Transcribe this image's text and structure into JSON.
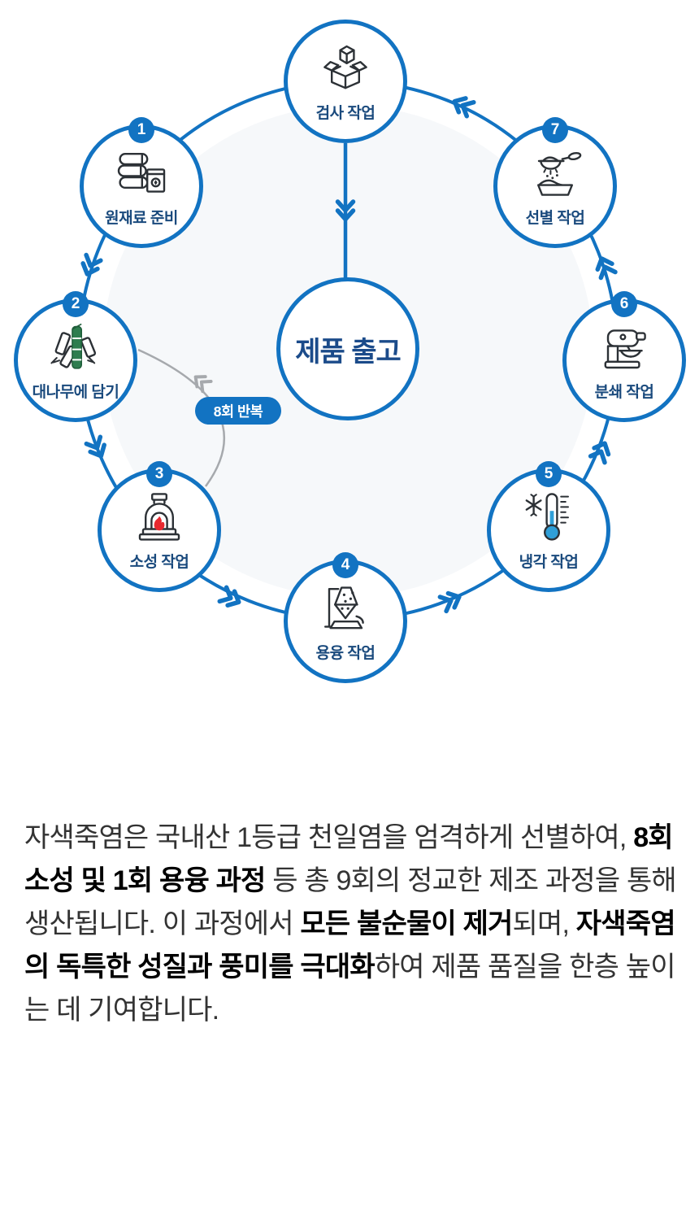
{
  "diagram": {
    "center": {
      "label": "제품 출고"
    },
    "loop_badge": "8회 반복",
    "steps": [
      {
        "num": "1",
        "label": "원재료 준비",
        "icon": "salt-sacks-icon"
      },
      {
        "num": "2",
        "label": "대나무에 담기",
        "icon": "bamboo-icon"
      },
      {
        "num": "3",
        "label": "소성 작업",
        "icon": "kiln-fire-icon"
      },
      {
        "num": "4",
        "label": "용융 작업",
        "icon": "melting-furnace-icon"
      },
      {
        "num": "5",
        "label": "냉각 작업",
        "icon": "thermometer-snowflake-icon"
      },
      {
        "num": "6",
        "label": "분쇄 작업",
        "icon": "grinder-mixer-icon"
      },
      {
        "num": "7",
        "label": "선별 작업",
        "icon": "sieve-bowl-icon"
      },
      {
        "num": "",
        "label": "검사 작업",
        "icon": "inspection-box-icon"
      }
    ]
  },
  "paragraph": {
    "segments": [
      {
        "text": "자색죽염은 국내산 1등급 천일염을 엄격하게 선별하여, ",
        "bold": false
      },
      {
        "text": "8회 소성 및 1회 용융 과정",
        "bold": true
      },
      {
        "text": " 등 총 9회의 정교한 제조 과정을 통해 생산됩니다. 이 과정에서 ",
        "bold": false
      },
      {
        "text": "모든 불순물이 제거",
        "bold": true
      },
      {
        "text": "되며, ",
        "bold": false
      },
      {
        "text": "자색죽염의 독특한 성질과 풍미를 극대화",
        "bold": true
      },
      {
        "text": "하여 제품 품질을 한층 높이는 데 기여합니다.",
        "bold": false
      }
    ]
  },
  "colors": {
    "accent_blue": "#1273c2",
    "label_navy": "#1a4a7d",
    "center_navy": "#1b4b8a",
    "bamboo_green": "#2e7d4f",
    "flame_red": "#e8282f",
    "thermo_blue": "#2f9fd8",
    "arc_gray": "#a6a9ad",
    "bg_tint": "#f6f8fa",
    "icon_stroke": "#2c3136"
  }
}
